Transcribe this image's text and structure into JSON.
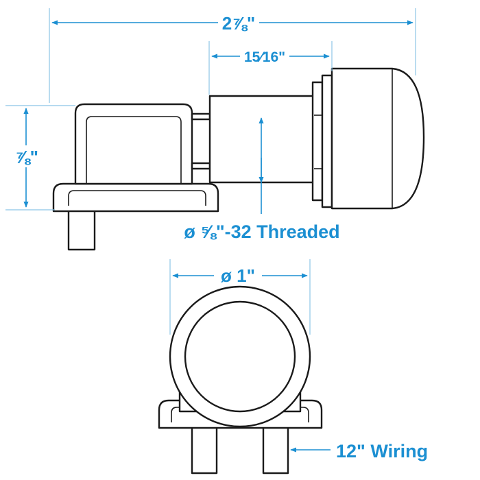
{
  "colors": {
    "dimension": "#1b8fd2",
    "outline": "#1a1a1a",
    "background": "#ffffff"
  },
  "dimensions": {
    "overall_length": "2⅞\"",
    "thread_length": "15⁄16\"",
    "height": "⅞\"",
    "thread_spec": "ø ⅝\"-32 Threaded",
    "diameter": "ø 1\"",
    "wiring": "12\" Wiring"
  }
}
